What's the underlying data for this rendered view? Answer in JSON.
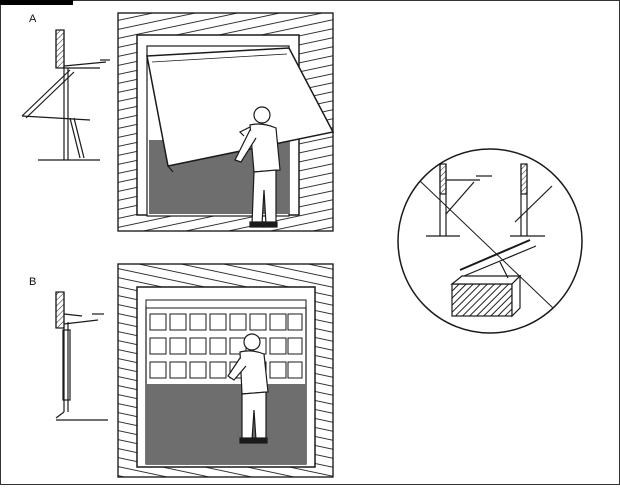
{
  "labels": {
    "panel_a": "A",
    "panel_b": "B"
  },
  "colors": {
    "ink": "#1a1a1a",
    "door_shadow": "#6e6e6e",
    "paper": "#ffffff",
    "header_tab": "#000000"
  },
  "icons": {
    "header": "black-header-tab",
    "callout": "circle-magnifier-callout"
  }
}
